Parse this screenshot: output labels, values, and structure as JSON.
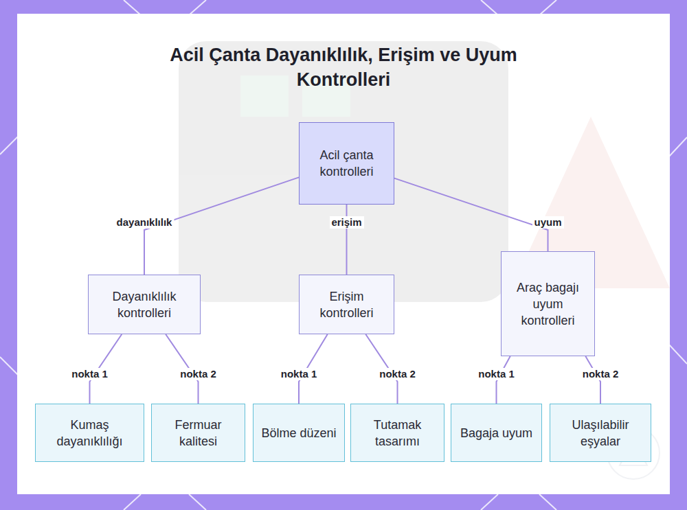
{
  "diagram": {
    "title": "Acil Çanta Dayanıklılık, Erişim ve Uyum Kontrolleri",
    "nodes": [
      {
        "text": [
          "Acil çanta kontrolleri"
        ]
      },
      {
        "text": [
          "Dayanıklılık kontrolleri"
        ]
      },
      {
        "text": [
          "Erişim kontrolleri"
        ]
      },
      {
        "text": [
          "Araç bagajı uyum kontrolleri"
        ]
      },
      {
        "text": [
          "Kumaş dayanıklılığı"
        ]
      },
      {
        "text": [
          "Fermuar kalitesi"
        ]
      },
      {
        "text": [
          "Bölme düzeni"
        ]
      },
      {
        "text": [
          "Tutamak tasarımı"
        ]
      },
      {
        "text": [
          "Bagaja uyum"
        ]
      },
      {
        "text": [
          "Ulaşılabilir eşyalar"
        ]
      }
    ],
    "edges": [
      {
        "from": 0,
        "to": 1,
        "label": "dayanıklılık",
        "arrow": "none"
      },
      {
        "from": 0,
        "to": 2,
        "label": "erişim",
        "arrow": "none"
      },
      {
        "from": 0,
        "to": 3,
        "label": "uyum",
        "arrow": "none"
      },
      {
        "from": 1,
        "to": 4,
        "label": "nokta 1",
        "arrow": "none"
      },
      {
        "from": 1,
        "to": 5,
        "label": "nokta 2",
        "arrow": "none"
      },
      {
        "from": 2,
        "to": 6,
        "label": "nokta 1",
        "arrow": "none"
      },
      {
        "from": 2,
        "to": 7,
        "label": "nokta 2",
        "arrow": "none"
      },
      {
        "from": 3,
        "to": 8,
        "label": "nokta 1",
        "arrow": "none"
      },
      {
        "from": 3,
        "to": 9,
        "label": "nokta 2",
        "arrow": "none"
      }
    ]
  }
}
